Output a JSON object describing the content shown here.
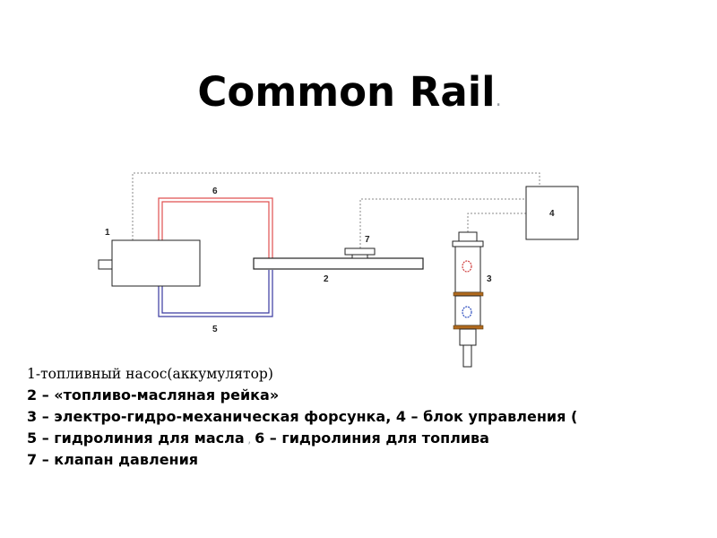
{
  "slide": {
    "title": "Common Rail",
    "title_dot": "."
  },
  "diagram": {
    "labels": {
      "pump": "1",
      "rail": "2",
      "injector": "3",
      "control_unit": "4",
      "oil_line": "5",
      "fuel_line": "6",
      "valve": "7"
    },
    "colors": {
      "fuel_line": "#e05050",
      "oil_line": "#3a3aa0",
      "outline": "#222222",
      "signal_line": "#888888",
      "injector_band": "#b06a1e",
      "injector_upper_ring": "#d04040",
      "injector_lower_ring": "#3050c0"
    }
  },
  "caption": {
    "line1": "1-топливный насос(аккумулятор)",
    "line2": "2 – «топливо-масляная рейка»",
    "line3": "3 – электро-гидро-механическая форсунка, 4 – блок управления (",
    "line4a": "5 – гидролиния для масла",
    "line4_sep": " , ",
    "line4b": "6 – гидролиния для топлива",
    "line5": "7 – клапан давления"
  }
}
